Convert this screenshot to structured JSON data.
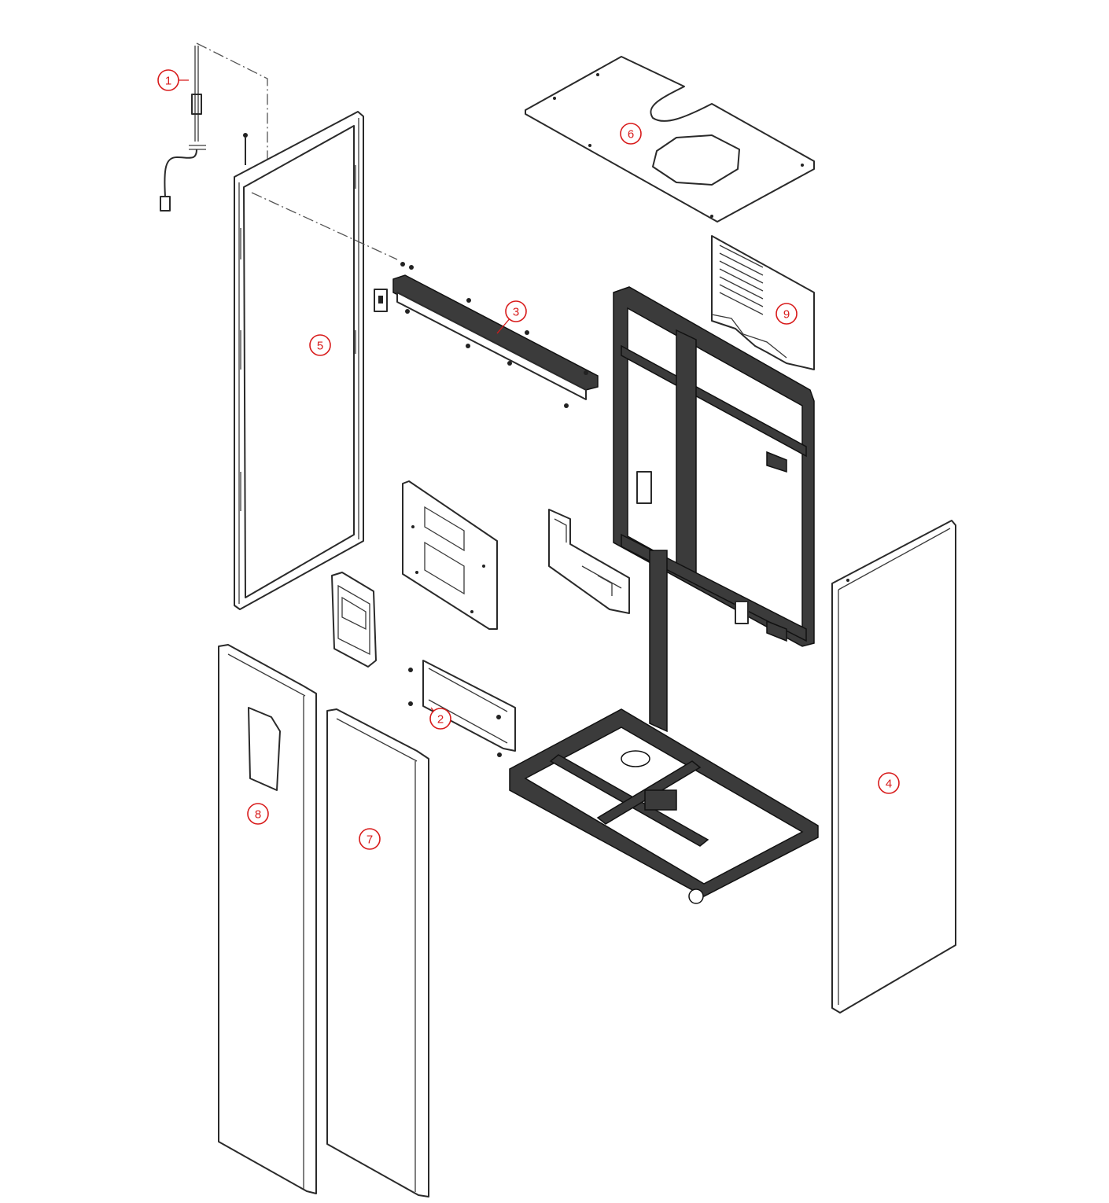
{
  "colors": {
    "callout": "#d81b1b",
    "line": "#2a2a2a",
    "frame": "#3b3b3b",
    "background": "#ffffff"
  },
  "callouts": [
    {
      "id": "1",
      "label": "1",
      "part": "cable"
    },
    {
      "id": "2",
      "label": "2",
      "part": "lower-bracket"
    },
    {
      "id": "3",
      "label": "3",
      "part": "cross-rail"
    },
    {
      "id": "4",
      "label": "4",
      "part": "right-side-panel"
    },
    {
      "id": "5",
      "label": "5",
      "part": "left-side-frame"
    },
    {
      "id": "6",
      "label": "6",
      "part": "top-cover"
    },
    {
      "id": "7",
      "label": "7",
      "part": "front-panel"
    },
    {
      "id": "8",
      "label": "8",
      "part": "front-panel-with-window"
    },
    {
      "id": "9",
      "label": "9",
      "part": "vent-panel"
    }
  ]
}
